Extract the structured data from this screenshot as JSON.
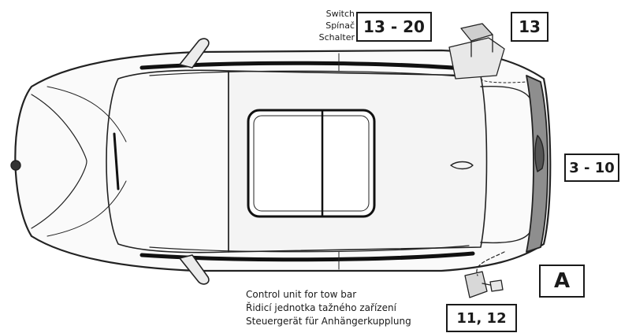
{
  "switch_labels": [
    "Switch",
    "Spínač",
    "Schalter"
  ],
  "boxes": {
    "switch_steps": "13 - 20",
    "switch_part": "13",
    "rear_steps": "3 - 10",
    "control_unit_steps": "11, 12",
    "detail_ref": "A"
  },
  "control_unit_labels": [
    "Control unit for tow bar",
    "Řidicí jednotka tažného zařízení",
    "Steuergerät für Anhängerkupplung"
  ]
}
